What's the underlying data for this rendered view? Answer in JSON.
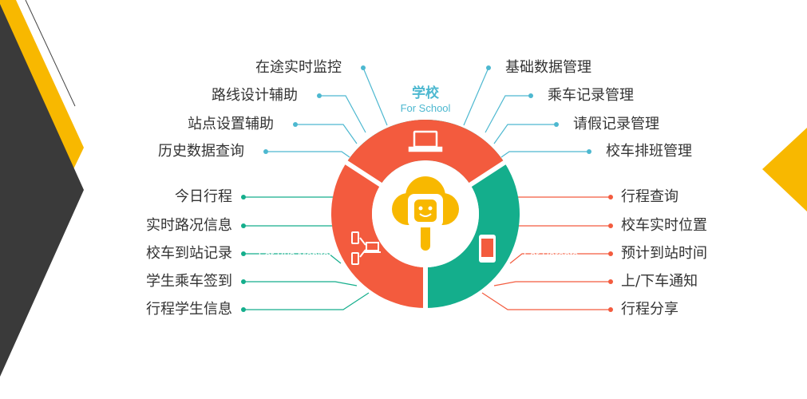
{
  "colors": {
    "school": "#4db8d0",
    "monitor": "#14ae8c",
    "parents": "#f35b3e",
    "center": "#f8b800",
    "dark": "#3a3a3a",
    "accent": "#f8b800"
  },
  "center": {
    "icon": "cloud-bus-robot-icon"
  },
  "school": {
    "title": "学校",
    "subtitle": "For School",
    "icon": "laptop-icon",
    "left_items": [
      "在途实时监控",
      "路线设计辅助",
      "站点设置辅助",
      "历史数据查询"
    ],
    "right_items": [
      "基础数据管理",
      "乘车记录管理",
      "请假记录管理",
      "校车排班管理"
    ]
  },
  "monitor": {
    "title": "校车老师",
    "subtitle": "For Bus Monitor",
    "icon": "devices-network-icon",
    "items": [
      "今日行程",
      "实时路况信息",
      "校车到站记录",
      "学生乘车签到",
      "行程学生信息"
    ]
  },
  "parents": {
    "title": "家长",
    "subtitle": "For Parents",
    "icon": "smartphone-icon",
    "items": [
      "行程查询",
      "校车实时位置",
      "预计到站时间",
      "上/下车通知",
      "行程分享"
    ]
  }
}
